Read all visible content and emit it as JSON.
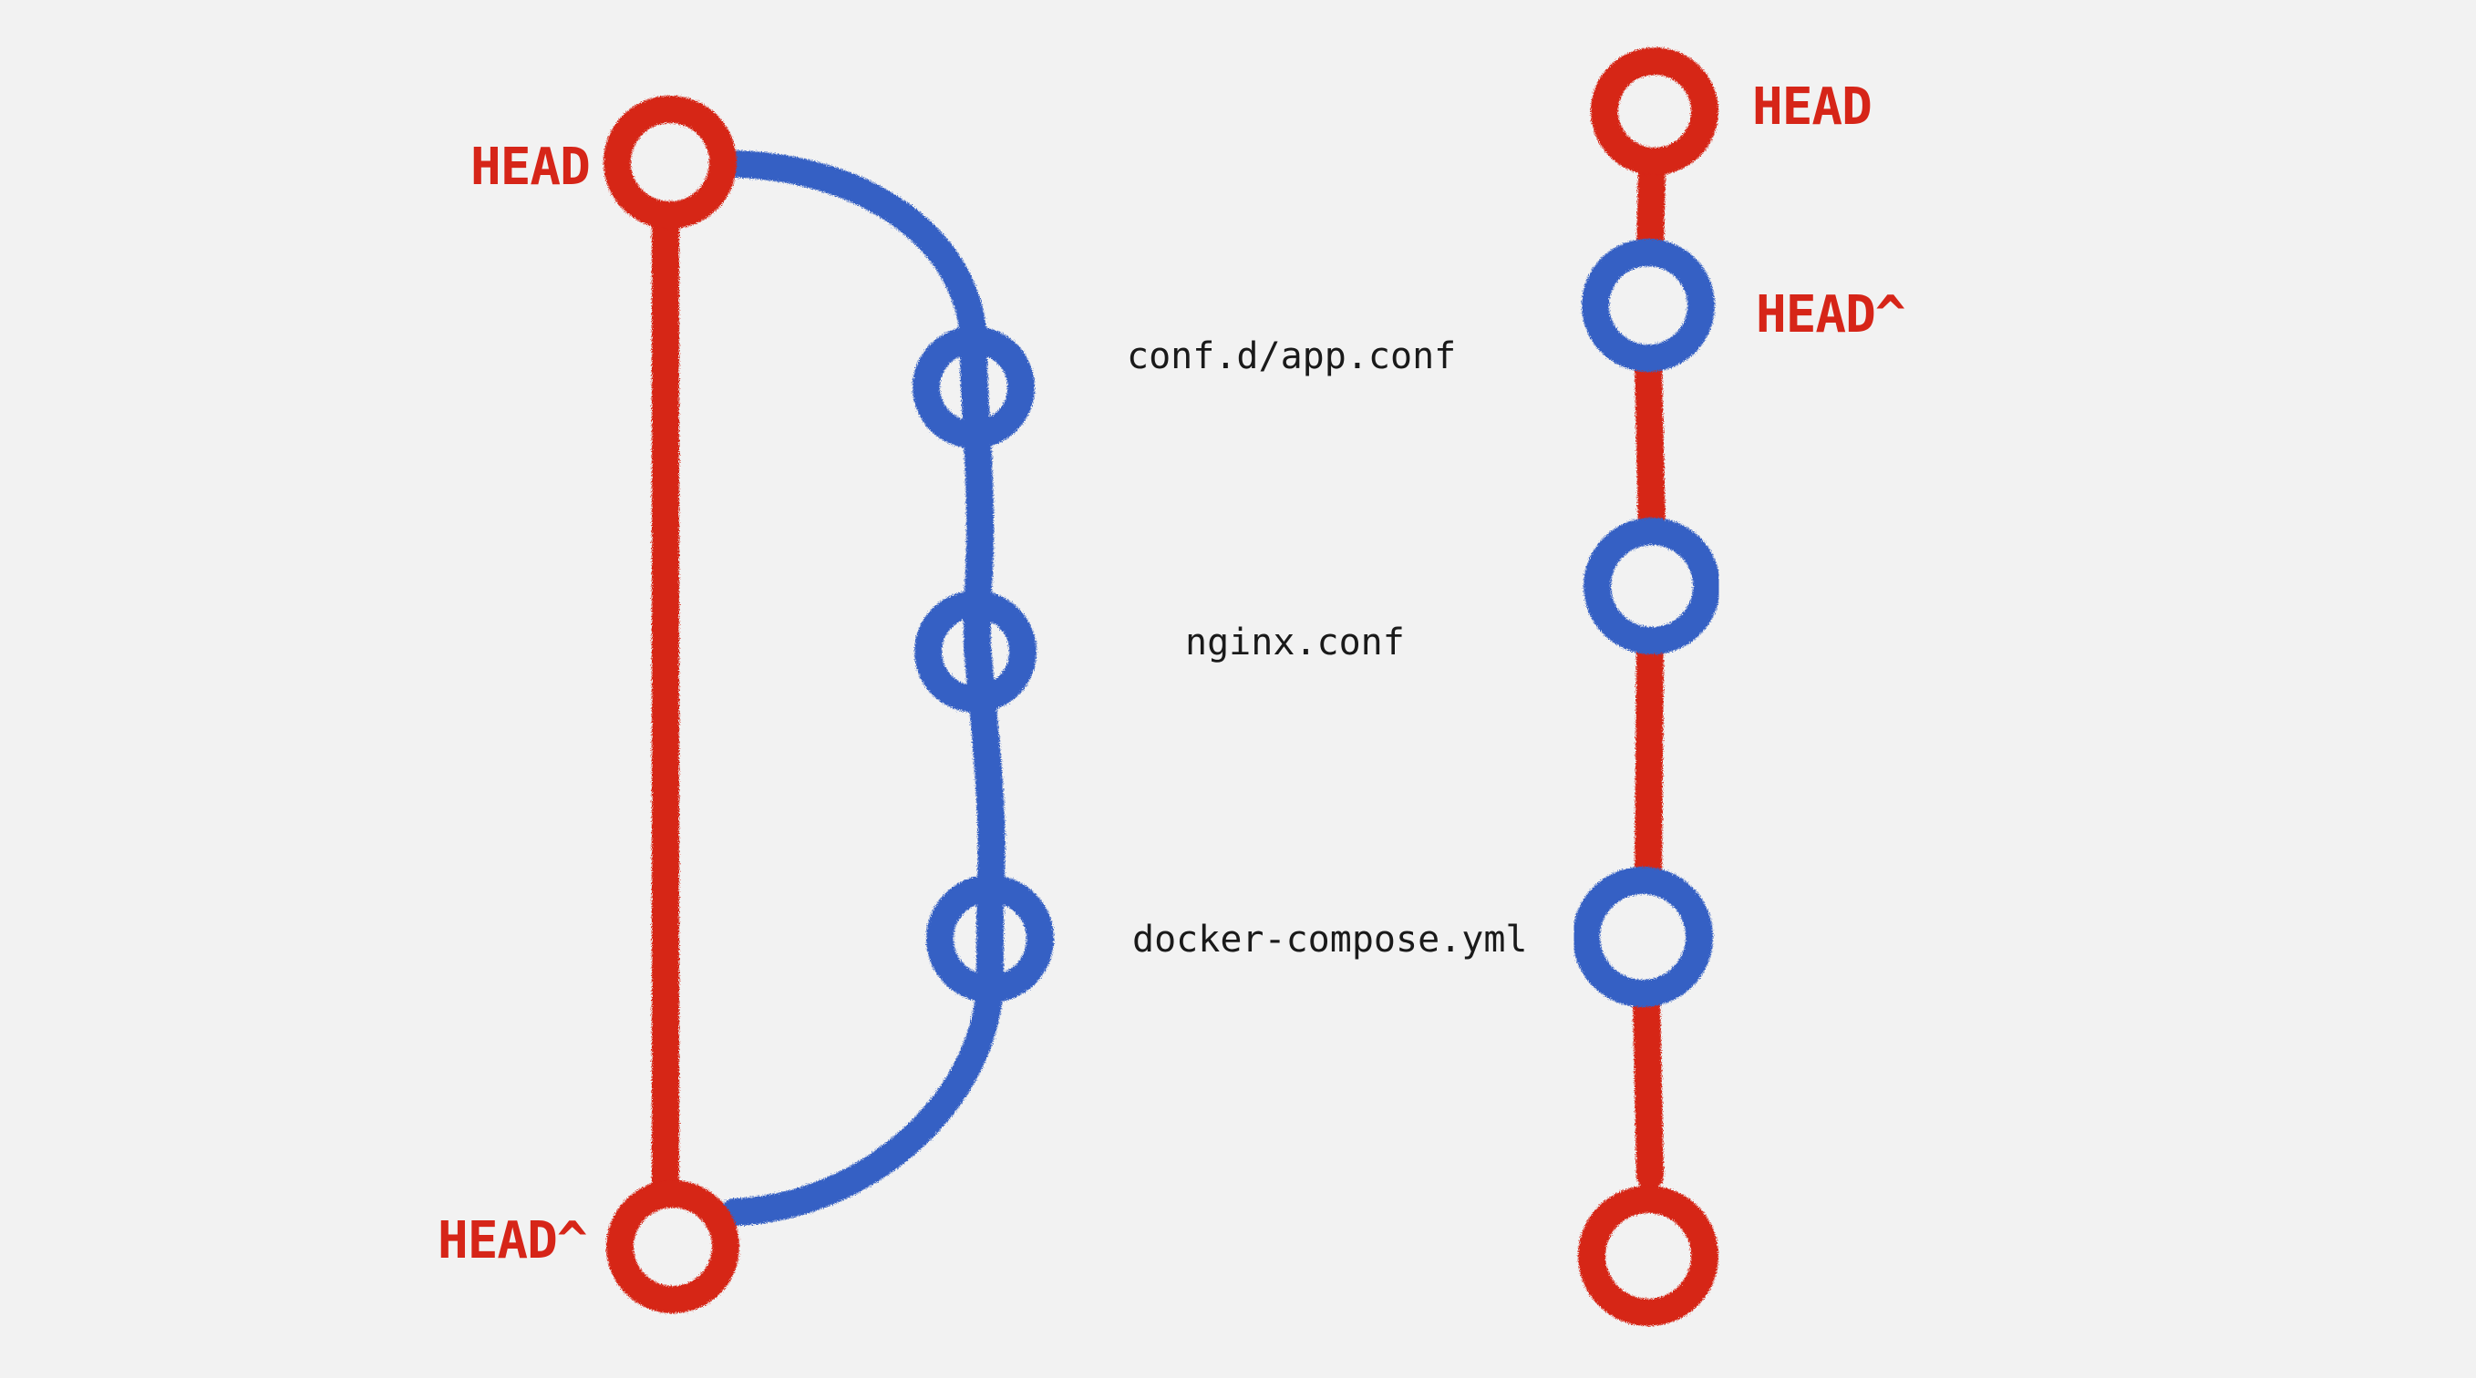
{
  "colors": {
    "background": "#f2f2f2",
    "main_branch": "#d62518",
    "feature_branch": "#3561c4",
    "text": "#1a1a1a"
  },
  "left_graph": {
    "top_ref": "HEAD",
    "bottom_ref": "HEAD^",
    "files": [
      "conf.d/app.conf",
      "nginx.conf",
      "docker-compose.yml"
    ]
  },
  "right_graph": {
    "top_ref": "HEAD",
    "second_ref": "HEAD^"
  }
}
